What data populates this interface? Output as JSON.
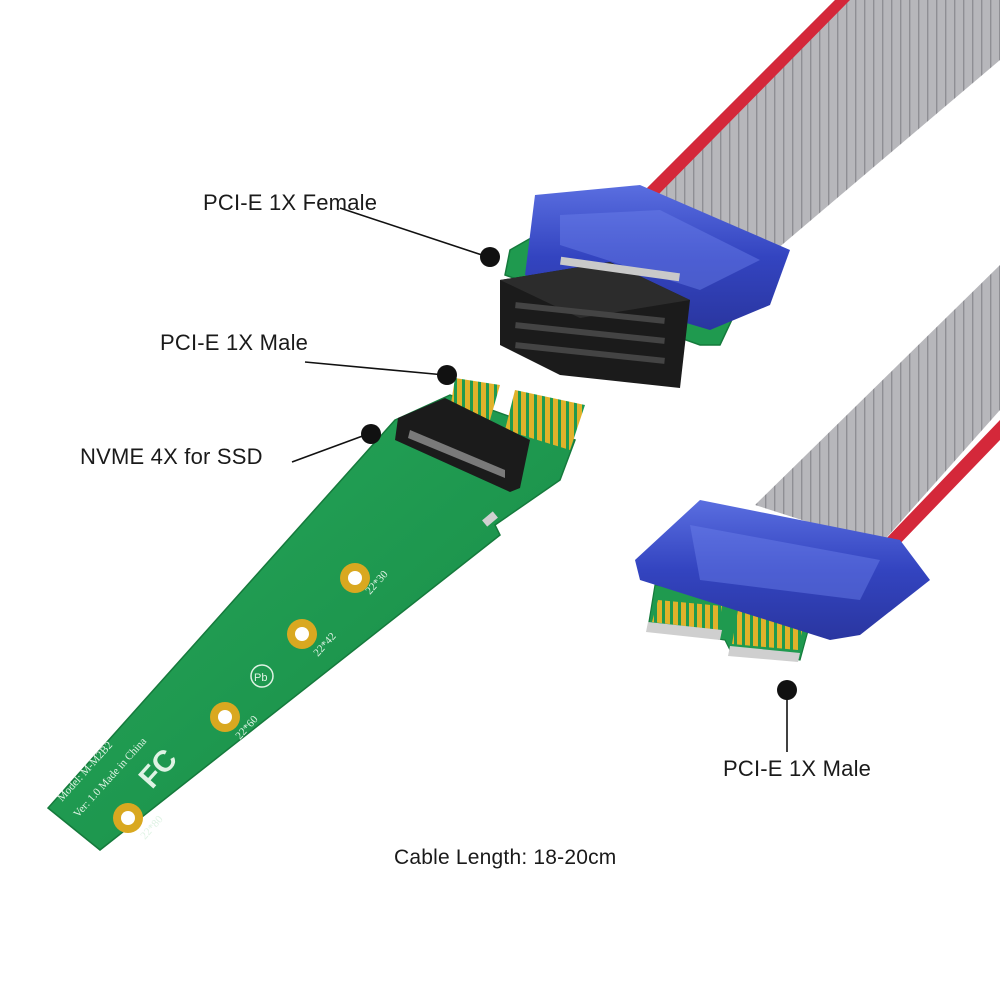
{
  "labels": {
    "pcie_female": "PCI-E 1X Female",
    "pcie_male_top": "PCI-E 1X Male",
    "nvme": "NVME 4X for SSD",
    "pcie_male_bottom": "PCI-E 1X Male",
    "cable_length": "Cable Length: 18-20cm"
  },
  "board_markings": {
    "model": "Model: M-M2B2",
    "version": "Ver: 1.0 Made in China",
    "size_2230": "22*30",
    "size_2242": "22*42",
    "size_2260": "22*60",
    "size_2280": "22*80",
    "fcc": "FC",
    "pb": "Pb"
  },
  "colors": {
    "pcb_green": "#1f9a4f",
    "pcb_edge": "#157a3c",
    "gold": "#d9a820",
    "ribbon_grey": "#b4b4b8",
    "ribbon_red": "#d4283a",
    "blue_sleeve": "#3a4fc8",
    "connector_black": "#1b1b1b"
  }
}
